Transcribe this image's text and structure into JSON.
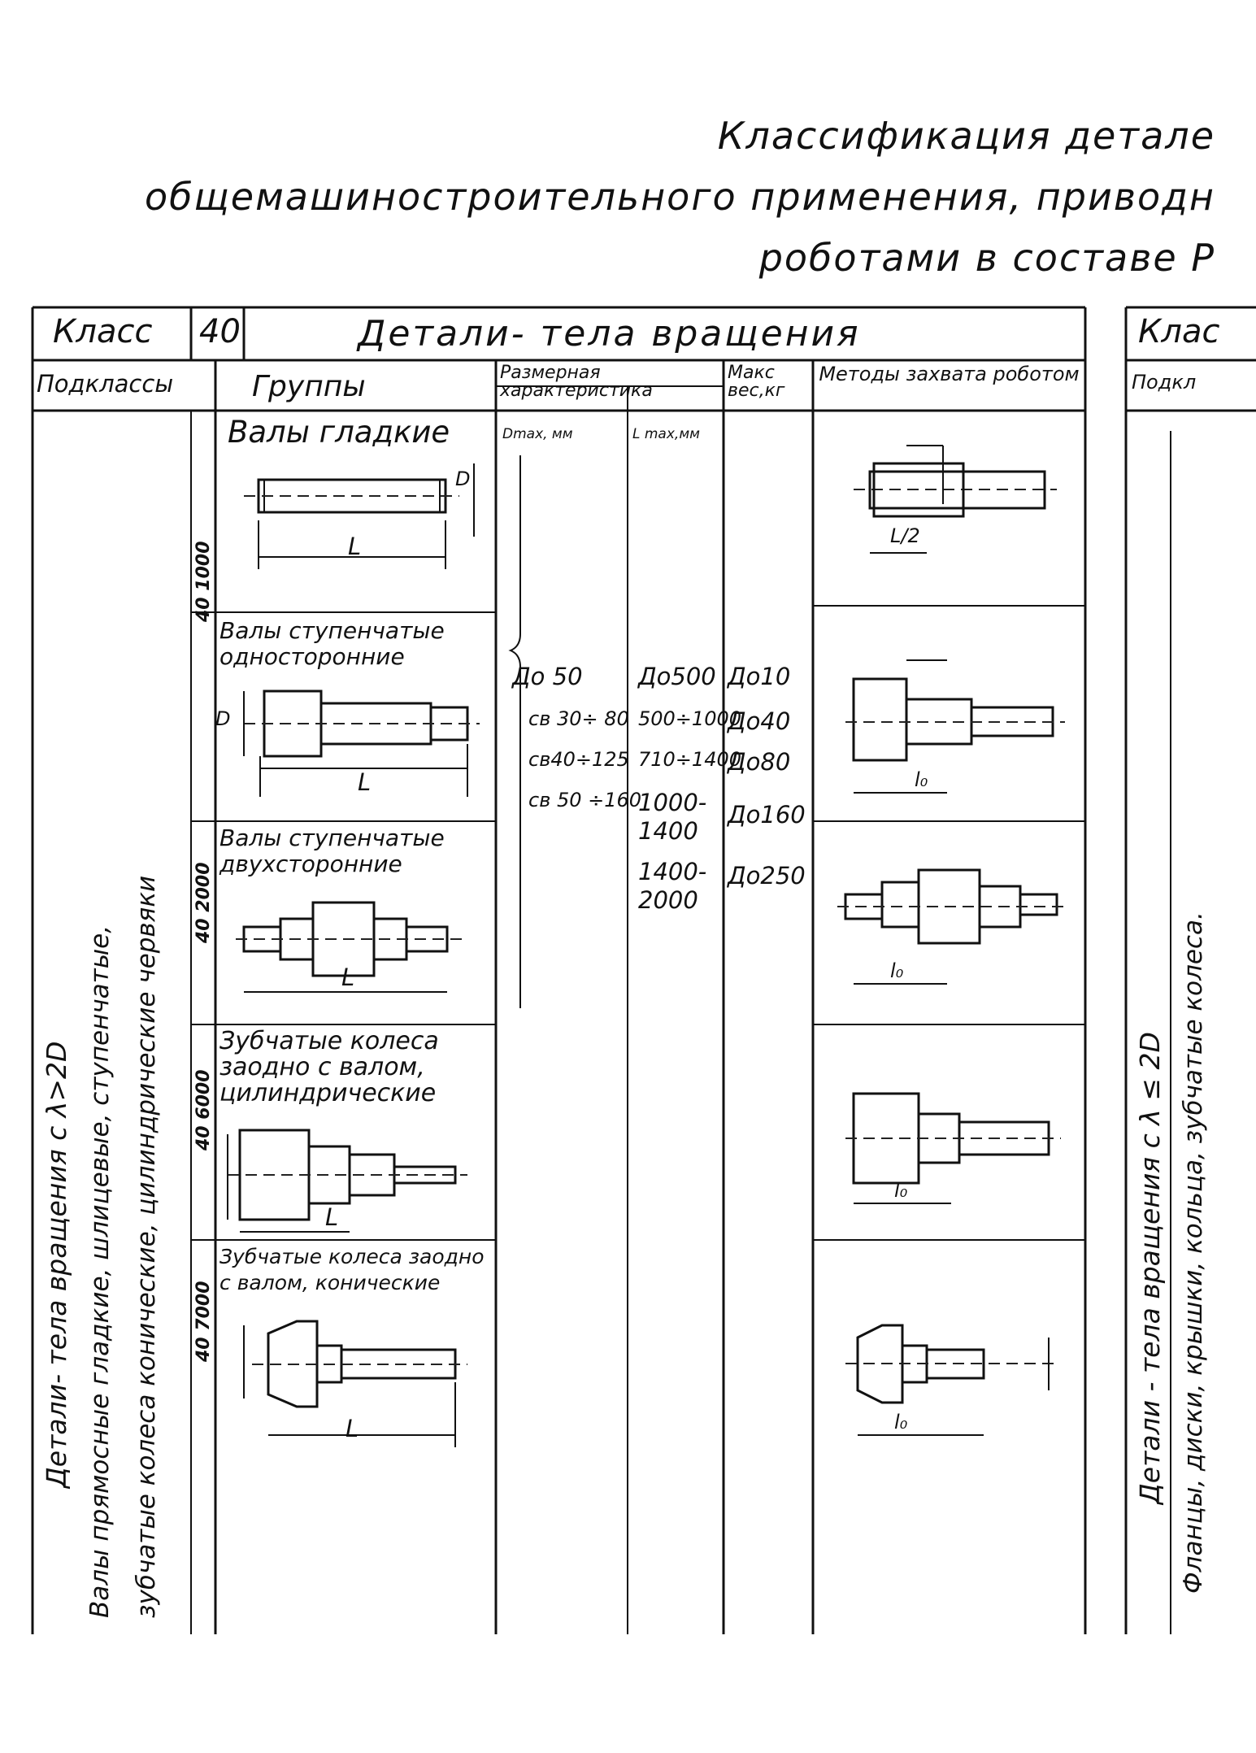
{
  "title": {
    "line1": "Классификация детале",
    "line2": "общемашиностроительного применения, приводн",
    "line3": "роботами в составе Р"
  },
  "table": {
    "class_label": "Класс",
    "class_number": "40",
    "class_name": "Детали- тела вращения",
    "right_class_label": "Клас",
    "headers": {
      "subclasses": "Подклассы",
      "groups": "Группы",
      "size_char": "Размерная характеристика",
      "max_weight": "Макс вес,кг",
      "gripping": "Методы захвата роботом",
      "right_subclasses": "Подкл"
    },
    "size_sub": {
      "d": "Dmax, мм",
      "l": "L max,мм"
    },
    "subclass_vertical": {
      "col1": "Детали- тела вращения с λ>2D",
      "col2": "Валы прямосные гладкие, шлицевые, ступенчатые,",
      "col3": "зубчатые колеса конические, цилиндрические червяки"
    },
    "right_vertical": {
      "col1": "Детали - тела вращения с λ ≤ 2D",
      "col2": "Фланцы, диски, крышки, кольца, зубчатые колеса."
    },
    "codes": [
      "40 1000",
      "40 2000",
      "40 6000",
      "40 7000"
    ],
    "groups": [
      {
        "name": "Валы гладкие"
      },
      {
        "name": "Валы ступенчатые односторонние"
      },
      {
        "name": "Валы ступенчатые двухсторонние"
      },
      {
        "name": "Зубчатые колеса заодно с валом, цилиндрические"
      },
      {
        "name": "Зубчатые колеса заодно с валом, конические"
      }
    ],
    "dims": {
      "L": "L",
      "D": "D",
      "L2": "L/2",
      "lo": "l₀"
    },
    "d_values": [
      "До 50",
      "св 30÷ 80",
      "св40÷125",
      "св 50 ÷160"
    ],
    "l_values": [
      "До500",
      "500÷1000",
      "710÷1400",
      "1000-",
      "1400",
      "1400-",
      "2000"
    ],
    "w_values": [
      "До10",
      "До40",
      "До80",
      "До160",
      "До250"
    ]
  }
}
